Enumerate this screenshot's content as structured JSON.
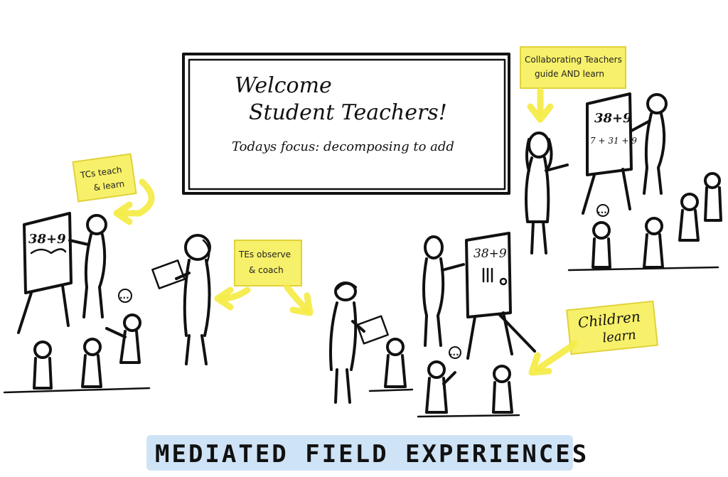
{
  "whiteboard": {
    "line1": "Welcome",
    "line2": "Student Teachers!",
    "line3": "Todays focus: decomposing to add"
  },
  "notes": {
    "collaborating": [
      "Collaborating Teachers",
      "guide AND learn"
    ],
    "tcs": [
      "TCs teach",
      "& learn"
    ],
    "tes": [
      "TEs observe",
      "& coach"
    ],
    "children": [
      "Children",
      "learn"
    ]
  },
  "easels": {
    "left": "38+9",
    "center": "38+9",
    "right": "38+9",
    "right_work": "7 + 31 + 9"
  },
  "speech": {
    "dots": "..."
  },
  "title": "MEDIATED FIELD EXPERIENCES",
  "colors": {
    "highlight": "#f7f06a",
    "banner": "#cfe3f6",
    "ink": "#111111"
  }
}
